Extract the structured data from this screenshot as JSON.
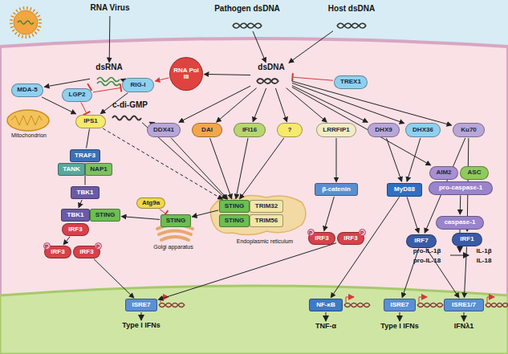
{
  "diagram": {
    "nodes": [
      {
        "text": [
          "RNA Virus"
        ]
      },
      {
        "text": [
          "Pathogen dsDNA"
        ]
      },
      {
        "text": [
          "Host dsDNA"
        ]
      },
      {
        "text": [
          "dsRNA"
        ]
      },
      {
        "text": [
          "MDA-5"
        ]
      },
      {
        "text": [
          "LGP2"
        ]
      },
      {
        "text": [
          "RIG-I"
        ]
      },
      {
        "text": [
          "RNA Pol III"
        ]
      },
      {
        "text": [
          "dsDNA"
        ]
      },
      {
        "text": [
          "TREX1"
        ]
      },
      {
        "text": [
          "IPS1"
        ]
      },
      {
        "text": [
          "c-di-GMP"
        ]
      },
      {
        "text": [
          "DDX41"
        ]
      },
      {
        "text": [
          "DAI"
        ]
      },
      {
        "text": [
          "IFI16"
        ]
      },
      {
        "text": [
          "?"
        ]
      },
      {
        "text": [
          "LRRFIP1"
        ]
      },
      {
        "text": [
          "DHX9"
        ]
      },
      {
        "text": [
          "DHX36"
        ]
      },
      {
        "text": [
          "Ku70"
        ]
      },
      {
        "text": [
          "AIM2"
        ]
      },
      {
        "text": [
          "ASC"
        ]
      },
      {
        "text": [
          "pro-caspase-1"
        ]
      },
      {
        "text": [
          "caspase-1"
        ]
      },
      {
        "text": [
          "TRAF3"
        ]
      },
      {
        "text": [
          "TANK"
        ]
      },
      {
        "text": [
          "NAP1"
        ]
      },
      {
        "text": [
          "TBK1"
        ]
      },
      {
        "text": [
          "TBK1"
        ]
      },
      {
        "text": [
          "STING"
        ]
      },
      {
        "text": [
          "IRF3"
        ]
      },
      {
        "text": [
          "IRF3"
        ]
      },
      {
        "text": [
          "IRF3"
        ]
      },
      {
        "text": [
          "Atg9a"
        ]
      },
      {
        "text": [
          "STING"
        ]
      },
      {
        "text": [
          "STING"
        ]
      },
      {
        "text": [
          "TRIM32"
        ]
      },
      {
        "text": [
          "STING"
        ]
      },
      {
        "text": [
          "TRIM56"
        ]
      },
      {
        "text": [
          "β-catenin"
        ]
      },
      {
        "text": [
          "IRF3"
        ]
      },
      {
        "text": [
          "IRF3"
        ]
      },
      {
        "text": [
          "MyD88"
        ]
      },
      {
        "text": [
          "IRF7"
        ]
      },
      {
        "text": [
          "IRF1"
        ]
      },
      {
        "text": [
          "ISRE7"
        ]
      },
      {
        "text": [
          "NF-κB"
        ]
      },
      {
        "text": [
          "ISRE7"
        ]
      },
      {
        "text": [
          "ISRE1/7"
        ]
      }
    ],
    "edges": [
      {
        "from": 0,
        "to": 3,
        "arrow": "to"
      },
      {
        "from": 1,
        "to": 8,
        "arrow": "to"
      },
      {
        "from": 2,
        "to": 8,
        "arrow": "to"
      },
      {
        "from": 3,
        "to": 4,
        "arrow": "to"
      },
      {
        "from": 3,
        "to": 6,
        "arrow": "to"
      },
      {
        "from": 5,
        "to": 3,
        "arrow": "none"
      },
      {
        "from": 5,
        "to": 6,
        "arrow": "none"
      },
      {
        "from": 5,
        "to": 10,
        "arrow": "none"
      },
      {
        "from": 8,
        "to": 7,
        "arrow": "to"
      },
      {
        "from": 7,
        "to": 6,
        "arrow": "to"
      },
      {
        "from": 9,
        "to": 8,
        "arrow": "none"
      },
      {
        "from": 4,
        "to": 10,
        "arrow": "to"
      },
      {
        "from": 6,
        "to": 10,
        "arrow": "to"
      },
      {
        "from": 10,
        "to": 24,
        "arrow": "none"
      },
      {
        "from": 10,
        "to": 35,
        "arrow": "to"
      },
      {
        "from": 24,
        "to": 27,
        "arrow": "none"
      },
      {
        "from": 27,
        "to": 28,
        "arrow": "to"
      },
      {
        "from": 30,
        "to": 31,
        "arrow": "to"
      },
      {
        "from": 32,
        "to": 45,
        "arrow": "to"
      },
      {
        "from": 34,
        "to": 29,
        "arrow": "to"
      },
      {
        "from": 33,
        "to": 34,
        "arrow": "none"
      },
      {
        "from": 35,
        "to": 34,
        "arrow": "to"
      },
      {
        "from": 11,
        "to": 12,
        "arrow": "to"
      },
      {
        "from": 11,
        "to": 35,
        "arrow": "to"
      },
      {
        "from": 8,
        "to": 12,
        "arrow": "to"
      },
      {
        "from": 8,
        "to": 13,
        "arrow": "to"
      },
      {
        "from": 8,
        "to": 14,
        "arrow": "to"
      },
      {
        "from": 8,
        "to": 15,
        "arrow": "to"
      },
      {
        "from": 8,
        "to": 16,
        "arrow": "to"
      },
      {
        "from": 8,
        "to": 17,
        "arrow": "to"
      },
      {
        "from": 8,
        "to": 18,
        "arrow": "to"
      },
      {
        "from": 8,
        "to": 19,
        "arrow": "to"
      },
      {
        "from": 8,
        "to": 20,
        "arrow": "to"
      },
      {
        "from": 12,
        "to": 35,
        "arrow": "to"
      },
      {
        "from": 13,
        "to": 35,
        "arrow": "to"
      },
      {
        "from": 14,
        "to": 35,
        "arrow": "to"
      },
      {
        "from": 15,
        "to": 35,
        "arrow": "to"
      },
      {
        "from": 16,
        "to": 39,
        "arrow": "to"
      },
      {
        "from": 39,
        "to": 40,
        "arrow": "to"
      },
      {
        "from": 41,
        "to": 45,
        "arrow": "to"
      },
      {
        "from": 17,
        "to": 42,
        "arrow": "to"
      },
      {
        "from": 18,
        "to": 42,
        "arrow": "to"
      },
      {
        "from": 42,
        "to": 46,
        "arrow": "to"
      },
      {
        "from": 42,
        "to": 43,
        "arrow": "to"
      },
      {
        "from": 19,
        "to": 43,
        "arrow": "to"
      },
      {
        "from": 19,
        "to": 44,
        "arrow": "to"
      },
      {
        "from": 43,
        "to": 47,
        "arrow": "to"
      },
      {
        "from": 43,
        "to": 48,
        "arrow": "to"
      },
      {
        "from": 44,
        "to": 48,
        "arrow": "to"
      },
      {
        "from": 22,
        "to": 23,
        "arrow": "to"
      }
    ],
    "labels": [
      "Mitochondrion",
      "Golgi apparatus",
      "Endoplasmic reticulum",
      "pro-IL-1β",
      "pro-IL-18",
      "IL-1β",
      "IL-18",
      "Type I IFNs",
      "TNF-α",
      "Type I IFNs",
      "IFNλ1",
      "P",
      "P",
      "P",
      "P"
    ]
  }
}
